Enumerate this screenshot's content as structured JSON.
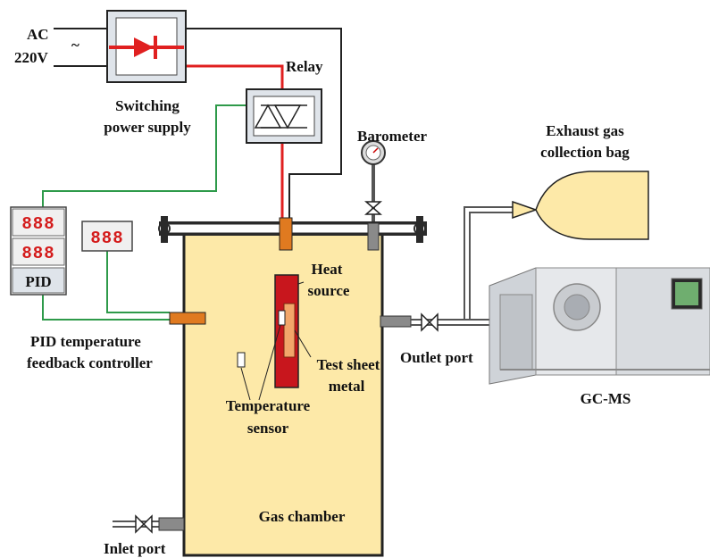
{
  "labels": {
    "ac": "AC",
    "voltage": "220V",
    "tilde": "~",
    "switching_line1": "Switching",
    "switching_line2": "power  supply",
    "relay": "Relay",
    "barometer": "Barometer",
    "exhaust_line1": "Exhaust gas",
    "exhaust_line2": "collection bag",
    "pid_box": "PID",
    "pid_ctrl_line1": "PID temperature",
    "pid_ctrl_line2": "feedback controller",
    "heat_line1": "Heat",
    "heat_line2": "source",
    "test_line1": "Test sheet",
    "test_line2": "metal",
    "temp_line1": "Temperature",
    "temp_line2": "sensor",
    "outlet": "Outlet port",
    "gcms": "GC-MS",
    "gas_chamber": "Gas chamber",
    "inlet": "Inlet port"
  },
  "displays": {
    "pid_top": "888",
    "pid_bottom": "888",
    "sensor_display": "888"
  },
  "colors": {
    "chamber_fill": "#fde9a8",
    "power_wire": "#e02020",
    "signal_wire": "#2e9a4a",
    "display_digits": "#d41a1a",
    "fitting": "#e07a20",
    "heater": "#c8161d",
    "gas_pipe": "#4a86c8",
    "exhaust_bag": "#fde9a8"
  }
}
